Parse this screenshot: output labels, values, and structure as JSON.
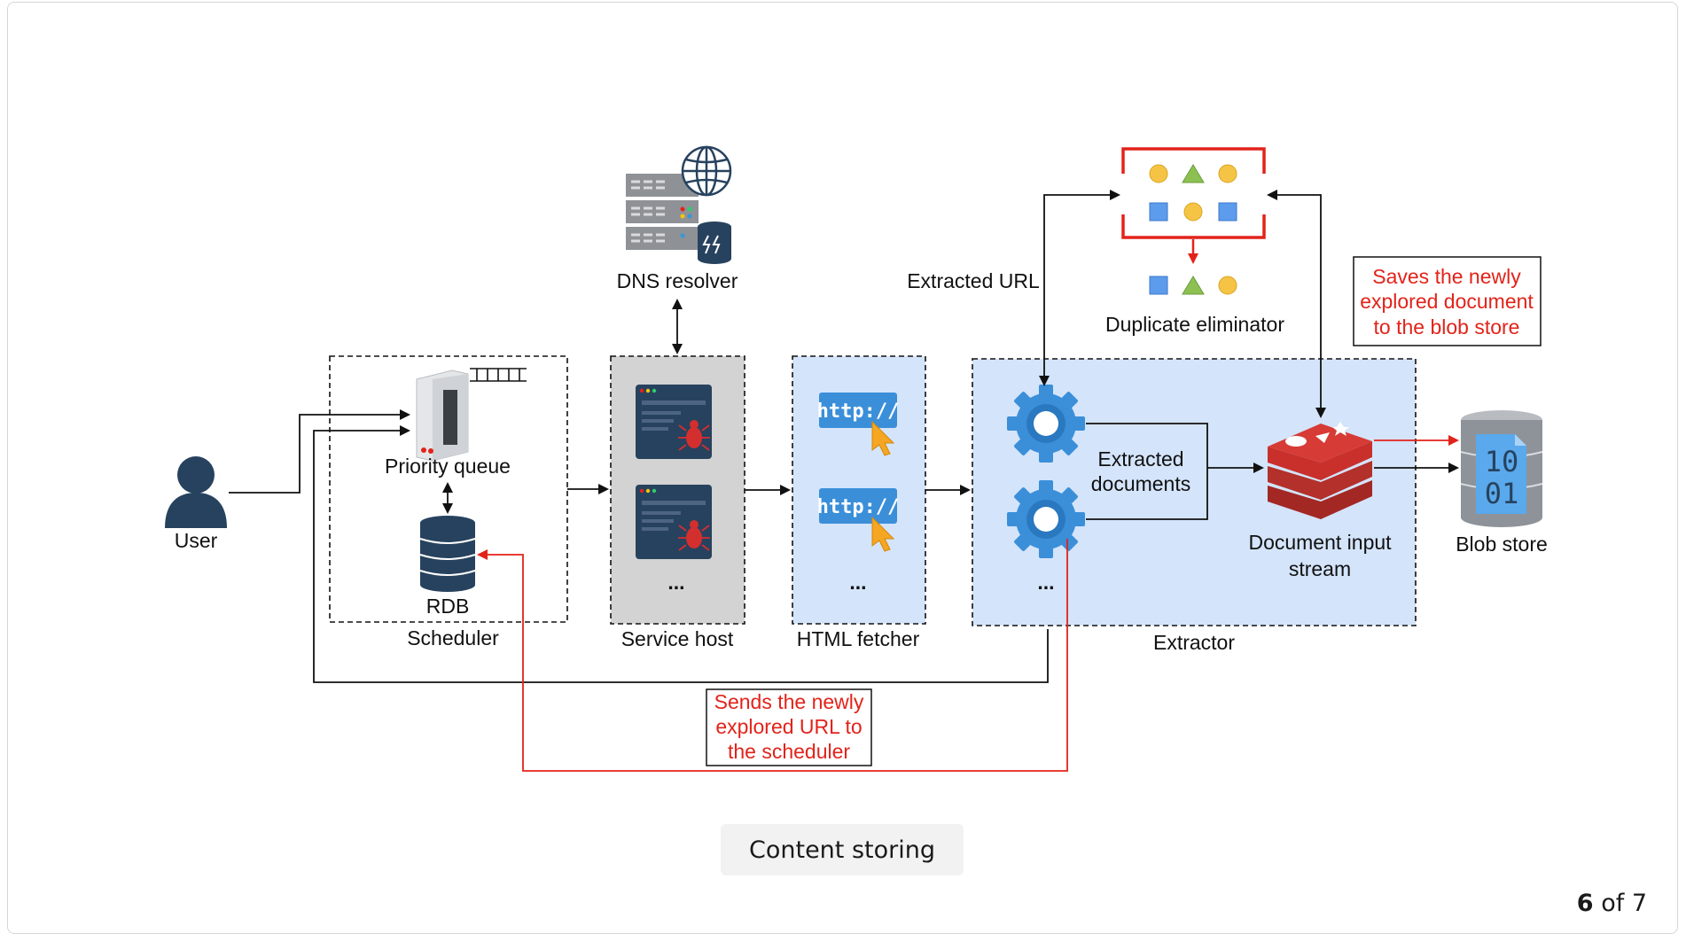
{
  "diagram": {
    "labels": {
      "user": "User",
      "priority_queue": "Priority queue",
      "rdb": "RDB",
      "scheduler": "Scheduler",
      "dns_resolver": "DNS resolver",
      "service_host": "Service host",
      "html_fetcher": "HTML fetcher",
      "extracted_url": "Extracted URL",
      "duplicate_eliminator": "Duplicate eliminator",
      "extracted_documents_1": "Extracted",
      "extracted_documents_2": "documents",
      "document_input_stream_1": "Document input",
      "document_input_stream_2": "stream",
      "blob_store": "Blob store",
      "extractor": "Extractor",
      "ellipsis": "...",
      "http_label": "http://",
      "blob_bits_1": "10",
      "blob_bits_2": "01"
    },
    "notes": {
      "scheduler_note": [
        "Sends the newly",
        "explored URL to",
        "the scheduler"
      ],
      "blob_note": [
        "Saves the newly",
        "explored document",
        "to the blob store"
      ]
    },
    "colors": {
      "flow_black": "#111111",
      "flow_red": "#e2231a",
      "extractor_fill": "#d4e4fa",
      "service_host_fill": "#d3d3d3",
      "gear_blue": "#3b8fd9",
      "redis_red": "#c9302c",
      "db_navy": "#27425e"
    }
  },
  "caption": "Content storing",
  "pager": {
    "current": "6",
    "separator": "of",
    "total": "7"
  }
}
